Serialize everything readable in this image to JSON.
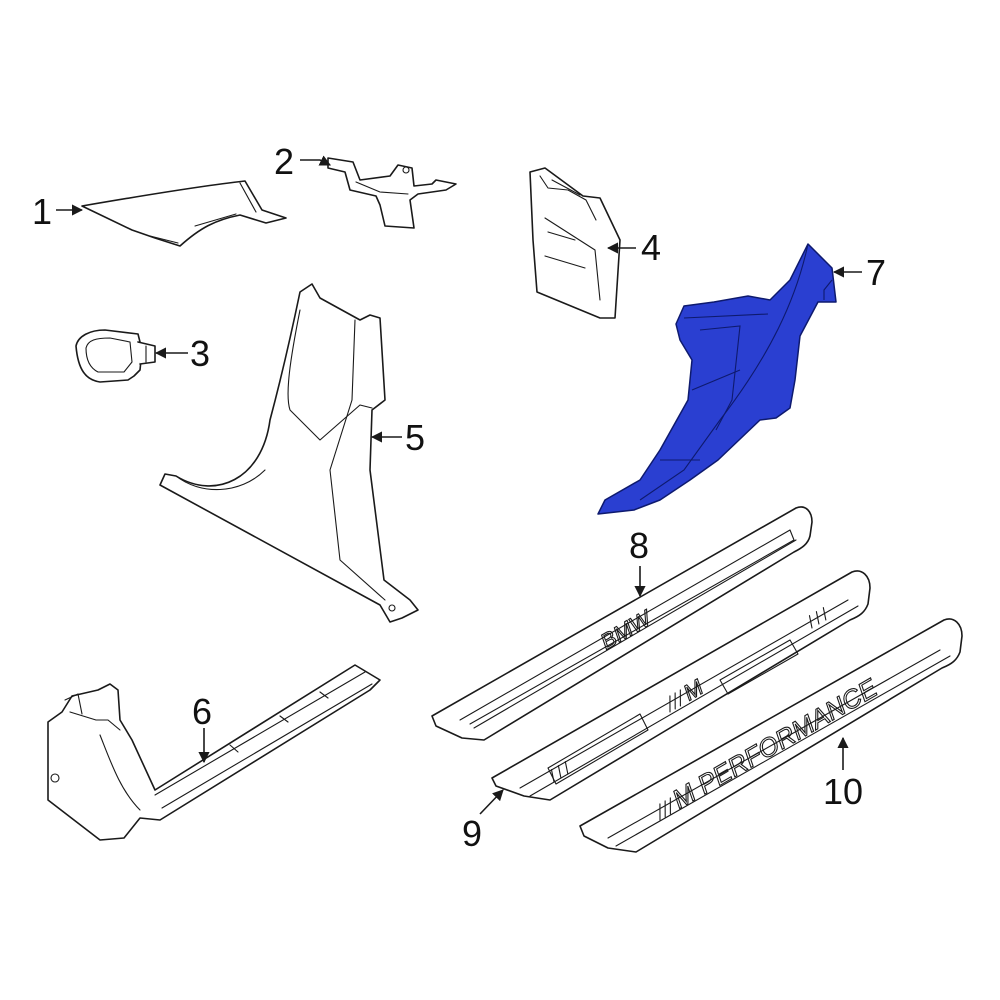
{
  "highlight_color": "#2a3fd1",
  "callouts": {
    "c1": "1",
    "c2": "2",
    "c3": "3",
    "c4": "4",
    "c5": "5",
    "c6": "6",
    "c7": "7",
    "c8": "8",
    "c9": "9",
    "c10": "10"
  },
  "emblems": {
    "sill8": "BMW",
    "sill9": "M",
    "sill10": "M PERFORMANCE"
  }
}
